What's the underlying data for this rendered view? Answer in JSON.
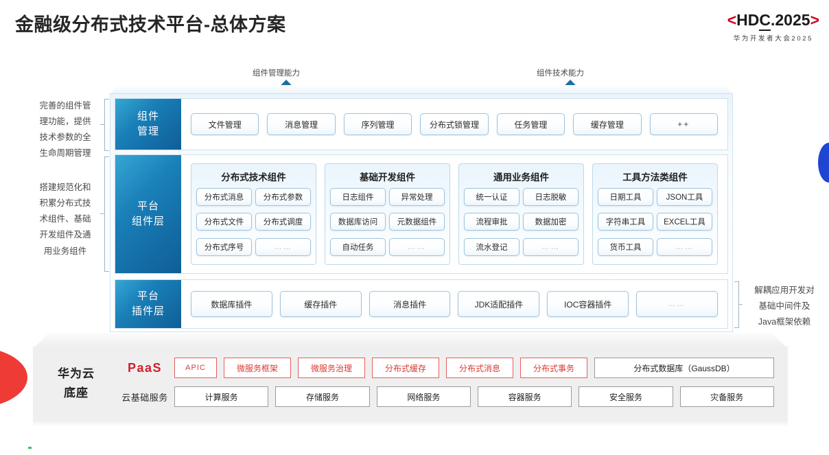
{
  "header": {
    "title": "金融级分布式技术平台-总体方案",
    "logo": {
      "left_chevron": "<",
      "main_a": "HD",
      "main_underlined": "C",
      "main_b": ".2025",
      "right_chevron": ">",
      "subtitle": "华为开发者大会2025"
    }
  },
  "arrows": [
    {
      "label": "组件管理能力"
    },
    {
      "label": "组件技术能力"
    }
  ],
  "left_notes": [
    {
      "text_lines": [
        "完善的组件管",
        "理功能，提供",
        "技术参数的全",
        "生命周期管理"
      ]
    },
    {
      "text_lines": [
        "搭建规范化和",
        "积累分布式技",
        "术组件、基础",
        "开发组件及通",
        "用业务组件"
      ]
    }
  ],
  "right_notes": [
    {
      "text_lines": [
        "解耦应用开发对",
        "基础中间件及",
        "Java框架依赖"
      ]
    }
  ],
  "layers": {
    "component_management": {
      "label_lines": [
        "组件",
        "管理"
      ],
      "items": [
        "文件管理",
        "消息管理",
        "序列管理",
        "分布式锁管理",
        "任务管理",
        "缓存管理",
        "++"
      ]
    },
    "platform_component": {
      "label_lines": [
        "平台",
        "组件层"
      ],
      "groups": [
        {
          "title": "分布式技术组件",
          "items": [
            "分布式消息",
            "分布式参数",
            "分布式文件",
            "分布式调度",
            "分布式序号",
            "……"
          ]
        },
        {
          "title": "基础开发组件",
          "items": [
            "日志组件",
            "异常处理",
            "数据库访问",
            "元数据组件",
            "自动任务",
            "……"
          ]
        },
        {
          "title": "通用业务组件",
          "items": [
            "统一认证",
            "日志脱敏",
            "流程审批",
            "数据加密",
            "流水登记",
            "……"
          ]
        },
        {
          "title": "工具方法类组件",
          "items": [
            "日期工具",
            "JSON工具",
            "字符串工具",
            "EXCEL工具",
            "货币工具",
            "……"
          ]
        }
      ]
    },
    "platform_plugin": {
      "label_lines": [
        "平台",
        "插件层"
      ],
      "items": [
        "数据库插件",
        "缓存插件",
        "消息插件",
        "JDK适配插件",
        "IOC容器插件",
        "……"
      ]
    }
  },
  "base": {
    "label_lines": [
      "华为云",
      "底座"
    ],
    "rows": [
      {
        "tag": "PaaS",
        "items": [
          "APIC",
          "微服务框架",
          "微服务治理",
          "分布式缓存",
          "分布式消息",
          "分布式事务",
          "分布式数据库（GaussDB）"
        ]
      },
      {
        "tag": "云基础服务",
        "items": [
          "计算服务",
          "存储服务",
          "网络服务",
          "容器服务",
          "安全服务",
          "灾备服务"
        ]
      }
    ]
  },
  "colors": {
    "accent_blue": "#1a7fb8",
    "brand_red": "#d93a34",
    "paas_red": "#cf1f2e",
    "chip_border": "#9fc4dd",
    "base_gray": "#efefef"
  }
}
